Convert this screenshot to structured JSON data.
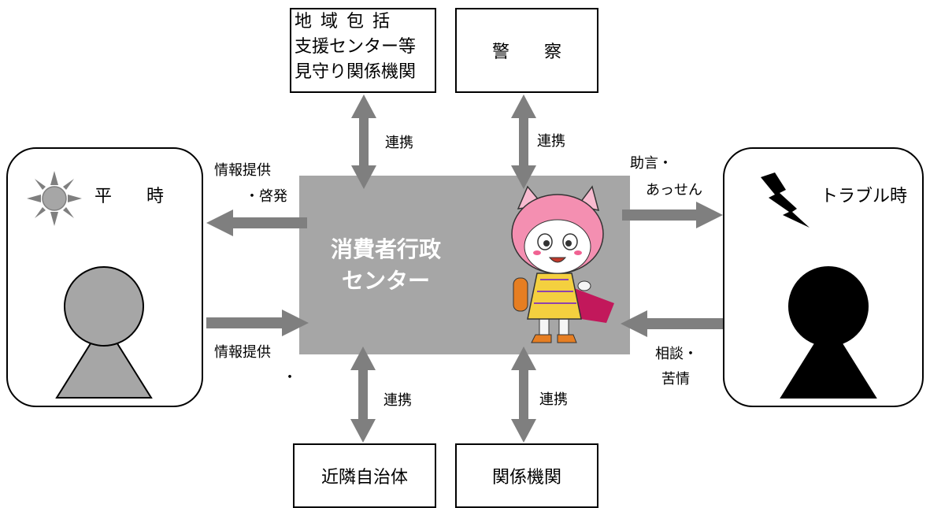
{
  "center": {
    "line1": "消費者行政",
    "line2": "センター",
    "fill": "#a6a6a6"
  },
  "partners": {
    "top_left": [
      "地 域 包 括",
      "支援センター等",
      "見守り関係機関"
    ],
    "top_right": "警　　察",
    "bottom_left": "近隣自治体",
    "bottom_right": "関係機関"
  },
  "links": {
    "top_left": "連携",
    "top_right": "連携",
    "bottom_left": "連携",
    "bottom_right": "連携"
  },
  "left_panel": {
    "title": "平　　時",
    "icon": "sun-icon",
    "person_color": "#a6a6a6"
  },
  "right_panel": {
    "title": "トラブル時",
    "icon": "lightning-icon",
    "person_color": "#000000"
  },
  "flows": {
    "to_left": [
      "情報提供",
      "・啓発"
    ],
    "from_left": [
      "情報提供",
      "・"
    ],
    "to_right": [
      "助言・",
      "あっせん"
    ],
    "from_right": [
      "相談・",
      "苦情"
    ]
  },
  "colors": {
    "arrow": "#7f7f7f",
    "accent": "#e75480"
  }
}
